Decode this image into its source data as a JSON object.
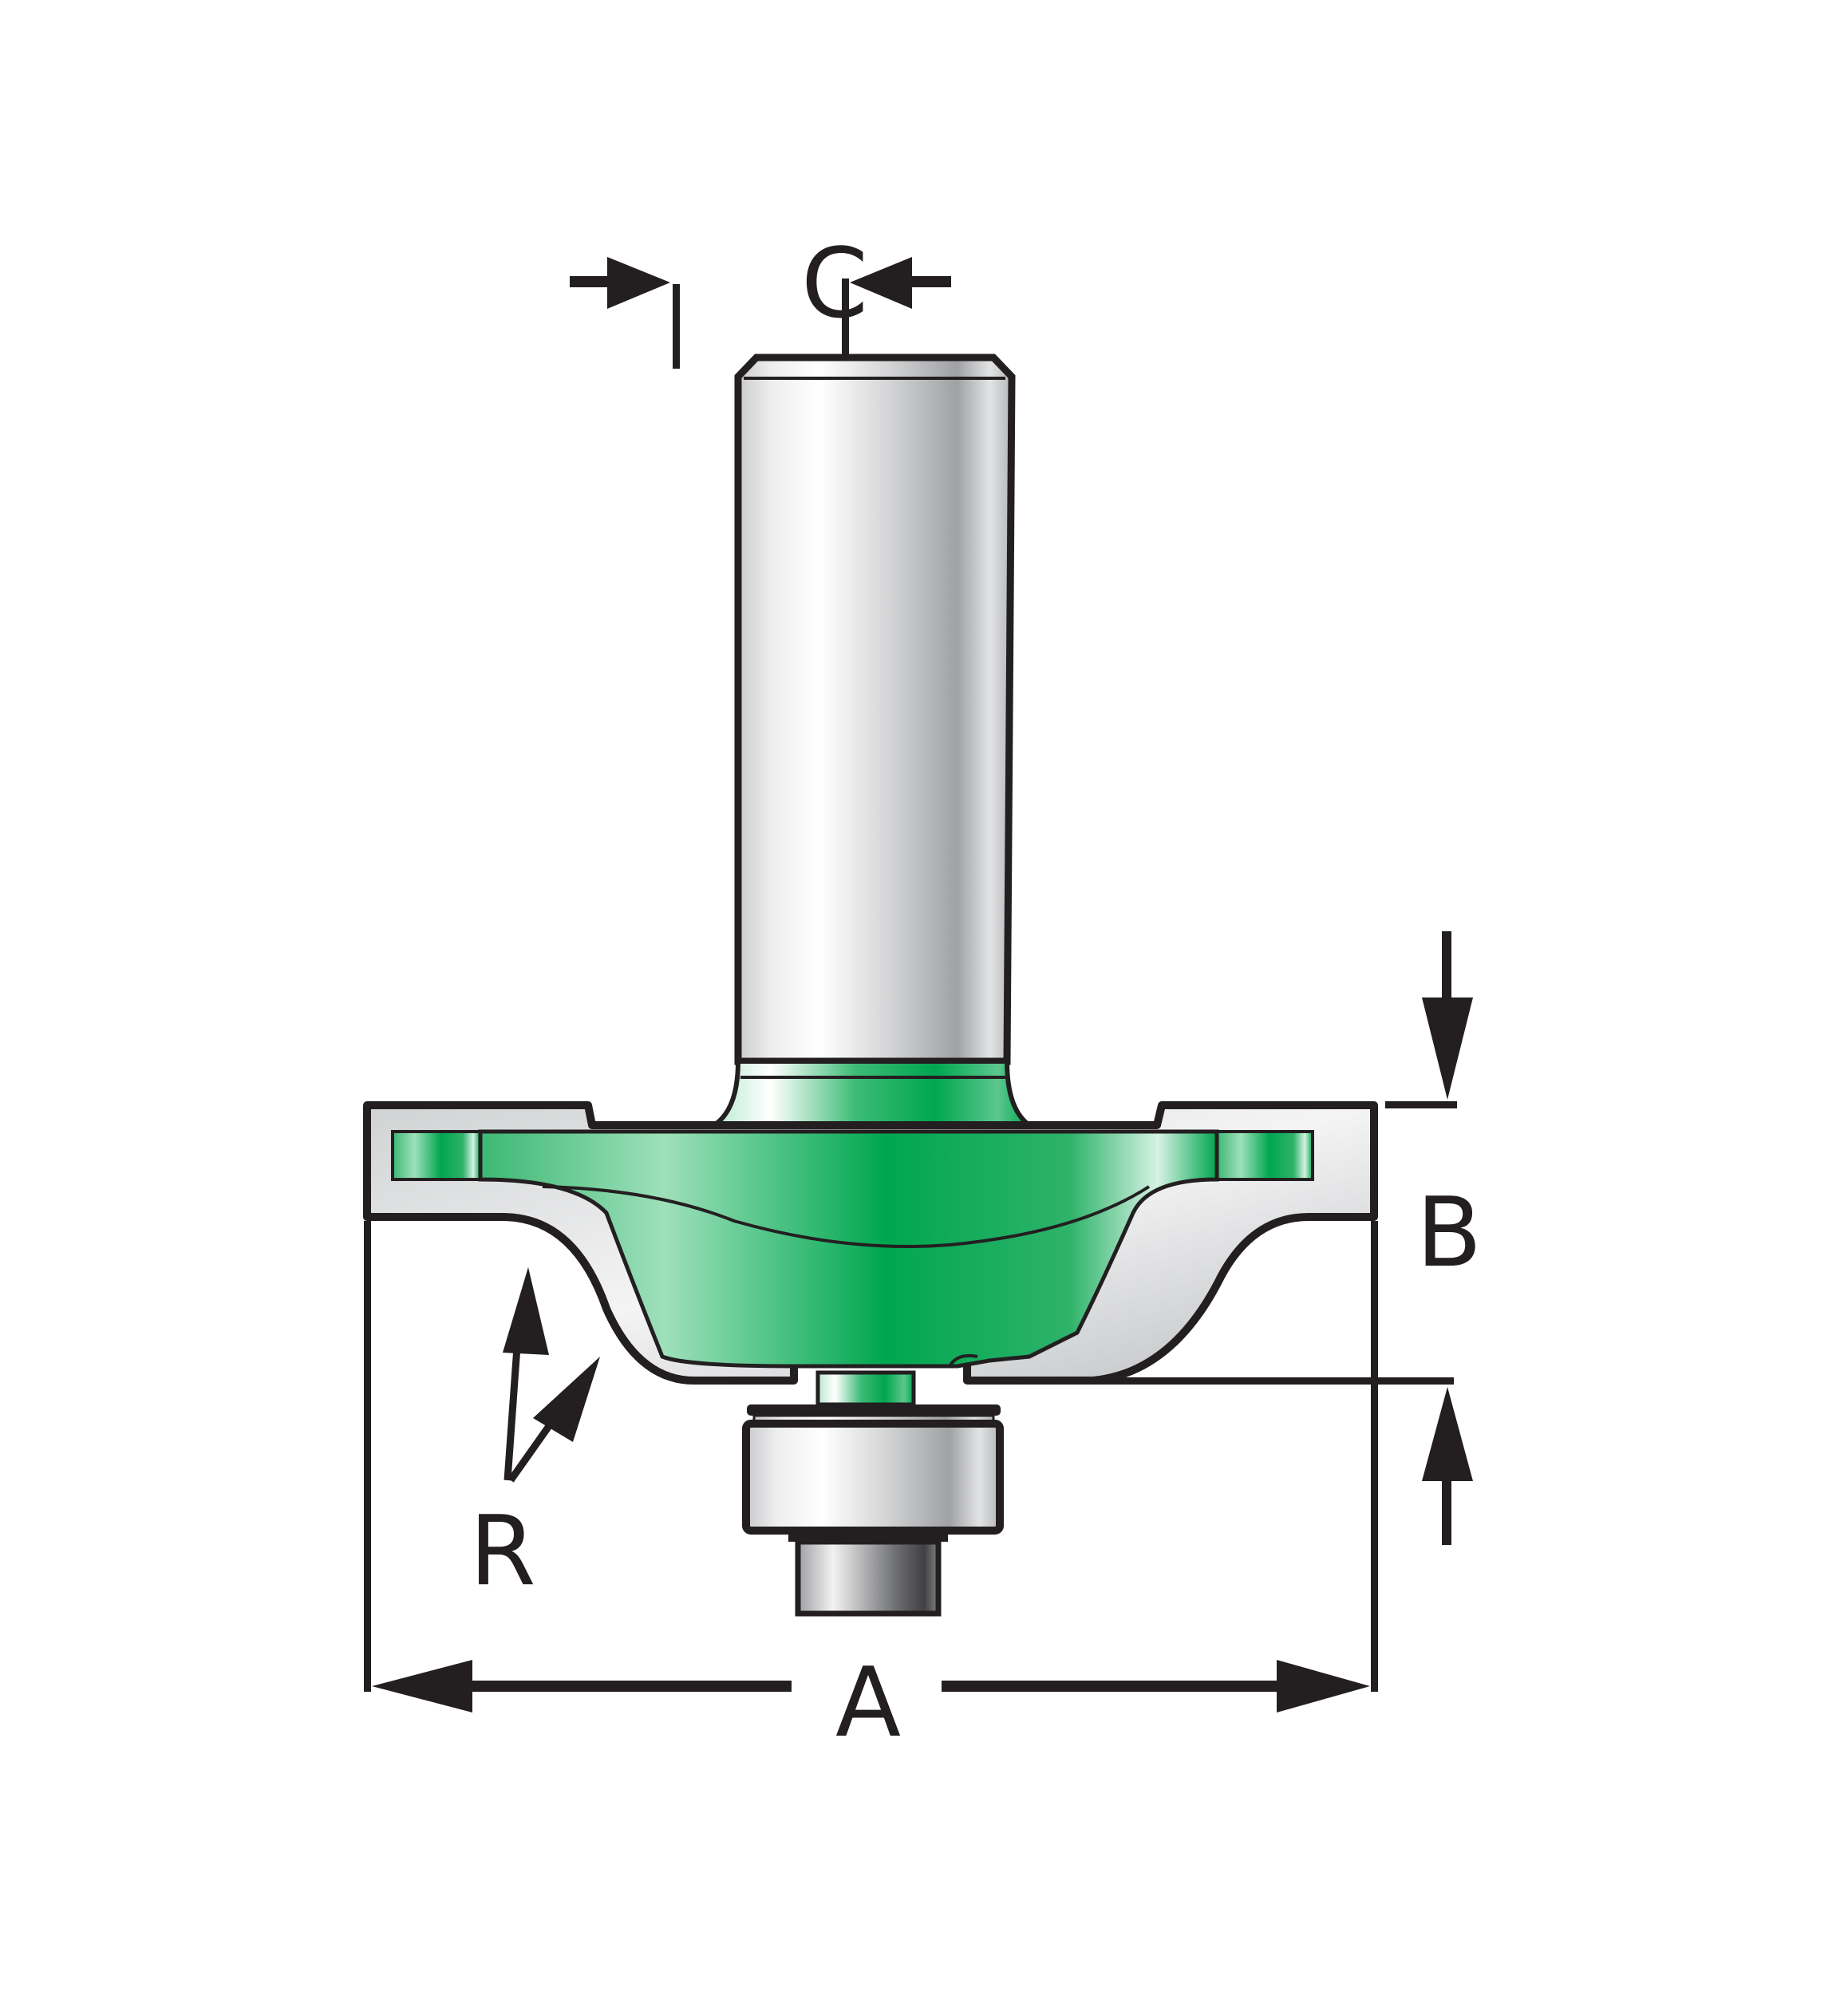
{
  "diagram": {
    "subject": "Router bit with ball-bearing guide (profile cutter)",
    "colors": {
      "cutter_green": "#00a650",
      "cutter_green_light": "#8fd9b0",
      "shank_grey": "#b8babc",
      "shank_dark": "#6d6e71",
      "outline": "#231f20",
      "background": "#ffffff"
    },
    "dimensions": {
      "A": {
        "label": "A",
        "meaning": "overall cutting diameter"
      },
      "B": {
        "label": "B",
        "meaning": "cutting height"
      },
      "C": {
        "label": "C",
        "meaning": "shank diameter"
      },
      "R": {
        "label": "R",
        "meaning": "profile radii"
      }
    },
    "parts": [
      "shank",
      "cutter-body",
      "cutting-profile",
      "bearing-washers",
      "ball-bearing",
      "bearing-screw"
    ]
  }
}
